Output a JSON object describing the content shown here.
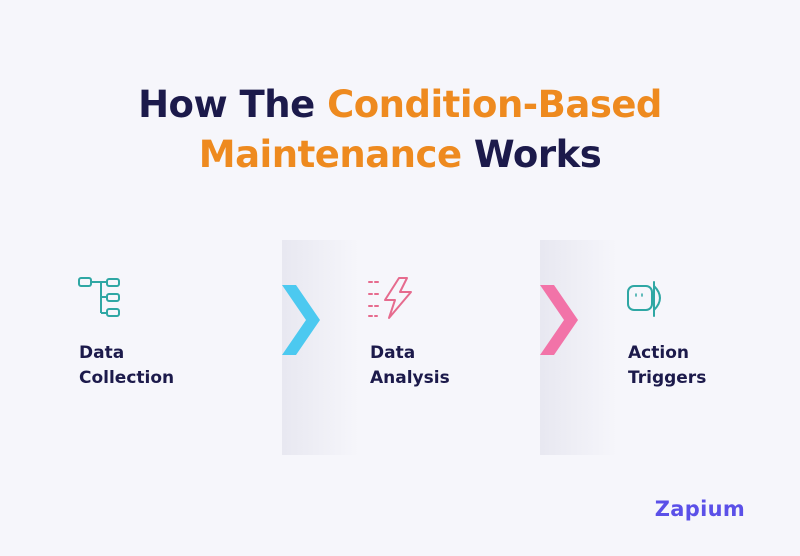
{
  "title": {
    "part1": "How The ",
    "part2": "Condition-Based",
    "part3": "Maintenance",
    "part4": " Works"
  },
  "steps": [
    {
      "line1": "Data",
      "line2": "Collection",
      "icon": "data-collection-icon",
      "color": "#2fa7a4"
    },
    {
      "line1": "Data",
      "line2": "Analysis",
      "icon": "lightning-analysis-icon",
      "color": "#e66b8e"
    },
    {
      "line1": "Action",
      "line2": "Triggers",
      "icon": "action-trigger-icon",
      "color": "#2fa7a4"
    }
  ],
  "arrows": [
    {
      "color": "#4cc9f0"
    },
    {
      "color": "#f273a8"
    }
  ],
  "brand": {
    "logo": "Zapium",
    "color": "#5b50e8"
  },
  "colors": {
    "title": "#1c1a4b",
    "highlight": "#ee8a1f",
    "background": "#f6f6fb"
  }
}
